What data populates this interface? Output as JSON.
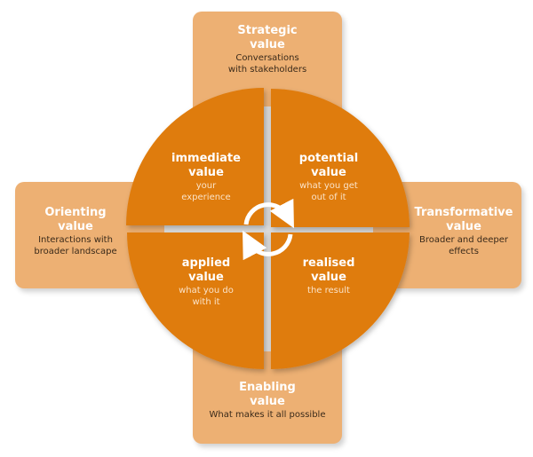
{
  "colors": {
    "outer": "#EDB073",
    "inner": "#DF7B0C",
    "arrow": "#FFFFFF"
  },
  "outer": {
    "strategic": {
      "title1": "Strategic",
      "title2": "value",
      "sub1": "Conversations",
      "sub2": "with stakeholders"
    },
    "orienting": {
      "title1": "Orienting",
      "title2": "value",
      "sub1": "Interactions with",
      "sub2": "broader landscape"
    },
    "transformative": {
      "title1": "Transformative",
      "title2": "value",
      "sub1": "Broader and deeper",
      "sub2": "effects"
    },
    "enabling": {
      "title1": "Enabling",
      "title2": "value",
      "sub1": "What makes it all possible"
    }
  },
  "inner": {
    "immediate": {
      "title1": "immediate",
      "title2": "value",
      "sub1": "your",
      "sub2": "experience"
    },
    "potential": {
      "title1": "potential",
      "title2": "value",
      "sub1": "what you get",
      "sub2": "out of it"
    },
    "applied": {
      "title1": "applied",
      "title2": "value",
      "sub1": "what you do",
      "sub2": "with it"
    },
    "realised": {
      "title1": "realised",
      "title2": "value",
      "sub1": "the result"
    }
  }
}
